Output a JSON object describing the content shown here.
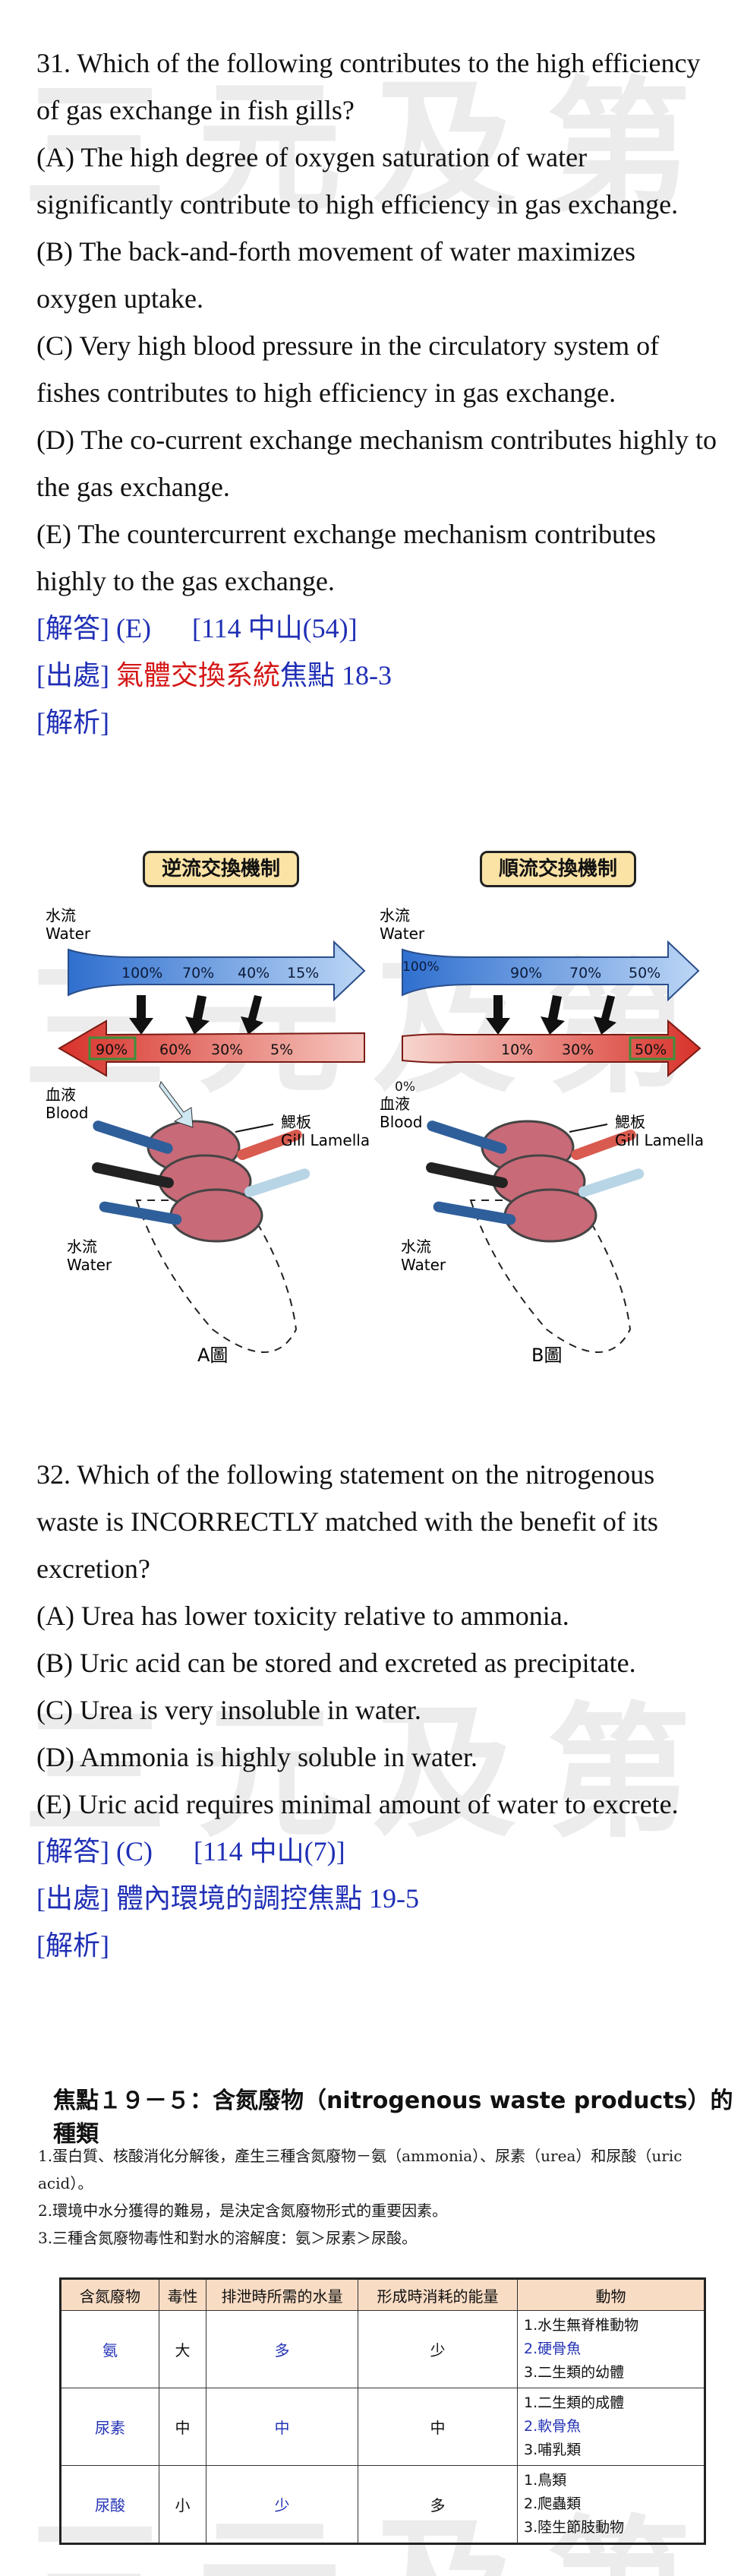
{
  "q31": {
    "stem": "31. Which of the following contributes to the high efficiency of gas exchange in fish gills?",
    "options": [
      "(A) The high degree of oxygen saturation of water significantly contribute to high efficiency in gas exchange.",
      "(B) The back-and-forth movement of water maximizes oxygen uptake.",
      "(C) Very high blood pressure in the circulatory system of fishes contributes to high efficiency in gas exchange.",
      "(D) The co-current exchange mechanism contributes highly to the gas exchange.",
      "(E) The countercurrent exchange mechanism contributes highly to the gas exchange."
    ],
    "answer_label": "[解答] (E)",
    "answer_ref": "[114 中山(54)]",
    "source_label": "[出處]",
    "source_red": "氣體交換系統",
    "source_blue": "焦點 18-3",
    "analysis_label": "[解析]"
  },
  "figure": {
    "left": {
      "title": "逆流交換機制",
      "water_zh": "水流",
      "water_en": "Water",
      "water_values": [
        "100%",
        "70%",
        "40%",
        "15%"
      ],
      "blood_values": [
        "90%",
        "60%",
        "30%",
        "5%"
      ],
      "blood_zh": "血液",
      "blood_en": "Blood",
      "gill_zh": "鰓板",
      "gill_en": "Gill Lamella",
      "water2_zh": "水流",
      "water2_en": "Water",
      "caption": "A圖"
    },
    "right": {
      "title": "順流交換機制",
      "water_zh": "水流",
      "water_en": "Water",
      "water_values": [
        "100%",
        "90%",
        "70%",
        "50%"
      ],
      "blood_values": [
        "0%",
        "10%",
        "30%",
        "50%"
      ],
      "blood_zh": "血液",
      "blood_en": "Blood",
      "gill_zh": "鰓板",
      "gill_en": "Gill Lamella",
      "water2_zh": "水流",
      "water2_en": "Water",
      "caption": "B圖"
    },
    "colors": {
      "water": "#4a86d9",
      "blood": "#e0473a",
      "highlight": "#3d8f3a",
      "title_bg": "#fbe3a6"
    }
  },
  "q32": {
    "stem": "32. Which of the following statement on the nitrogenous waste is INCORRECTLY matched with the benefit of its excretion?",
    "options": [
      "(A) Urea has lower toxicity relative to ammonia.",
      "(B) Uric acid can be stored and excreted as precipitate.",
      "(C) Urea is very insoluble in water.",
      "(D) Ammonia is highly soluble in water.",
      "(E) Uric acid requires minimal amount of water to excrete."
    ],
    "answer_label": "[解答] (C)",
    "answer_ref": "[114 中山(7)]",
    "source_label": "[出處]",
    "source_blue": "體內環境的調控焦點 19-5",
    "analysis_label": "[解析]"
  },
  "focus": {
    "title": "焦點１９－５：含氮廢物（nitrogenous waste products）的種類",
    "notes": [
      "1.蛋白質、核酸消化分解後，產生三種含氮廢物－氨（ammonia）、尿素（urea）和尿酸（uric acid）。",
      "2.環境中水分獲得的難易，是決定含氮廢物形式的重要因素。",
      "3.三種含氮廢物毒性和對水的溶解度：氨＞尿素＞尿酸。"
    ],
    "table": {
      "headers": [
        "含氮廢物",
        "毒性",
        "排泄時所需的水量",
        "形成時消耗的能量",
        "動物"
      ],
      "rows": [
        {
          "waste": "氨",
          "toxicity": "大",
          "water": "多",
          "energy": "少",
          "animals": [
            "1.水生無脊椎動物",
            "2.硬骨魚",
            "3.二生類的幼體"
          ]
        },
        {
          "waste": "尿素",
          "toxicity": "中",
          "water": "中",
          "energy": "中",
          "animals": [
            "1.二生類的成體",
            "2.軟骨魚",
            "3.哺乳類"
          ]
        },
        {
          "waste": "尿酸",
          "toxicity": "小",
          "water": "少",
          "energy": "多",
          "animals": [
            "1.鳥類",
            "2.爬蟲類",
            "3.陸生節肢動物"
          ]
        }
      ]
    }
  },
  "watermark": "三元及第"
}
